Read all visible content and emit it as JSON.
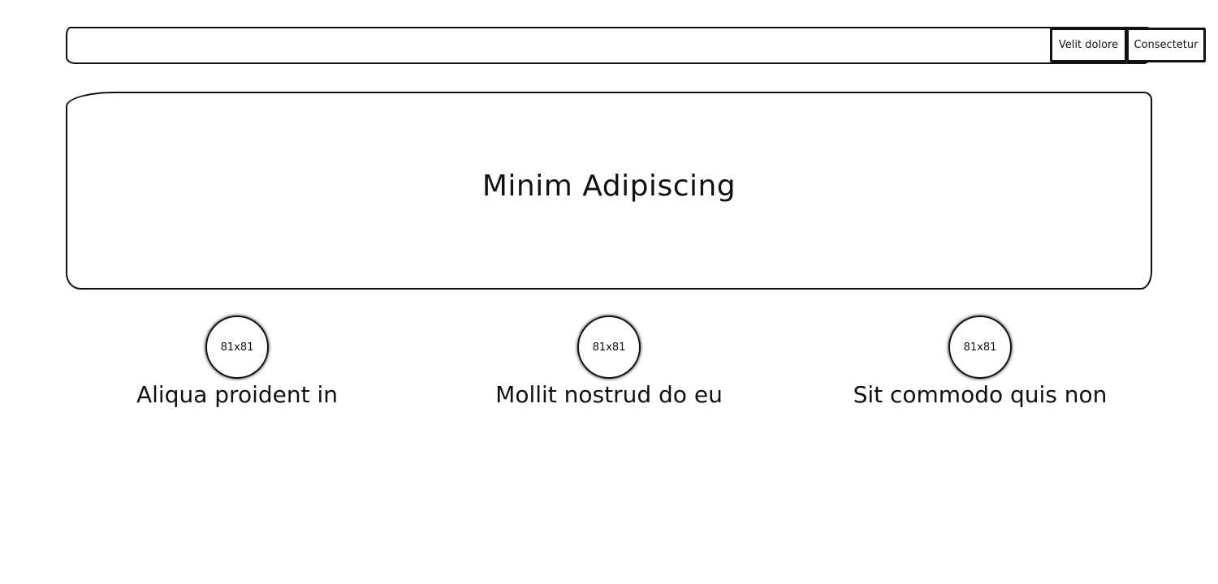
{
  "navbar": {
    "buttons": [
      "Velit dolore",
      "Consectetur"
    ]
  },
  "hero": {
    "title": "Minim Adipiscing"
  },
  "features": [
    {
      "image_label": "81x81",
      "title": "Aliqua proident in"
    },
    {
      "image_label": "81x81",
      "title": "Mollit nostrud do eu"
    },
    {
      "image_label": "81x81",
      "title": "Sit commodo quis non"
    }
  ]
}
